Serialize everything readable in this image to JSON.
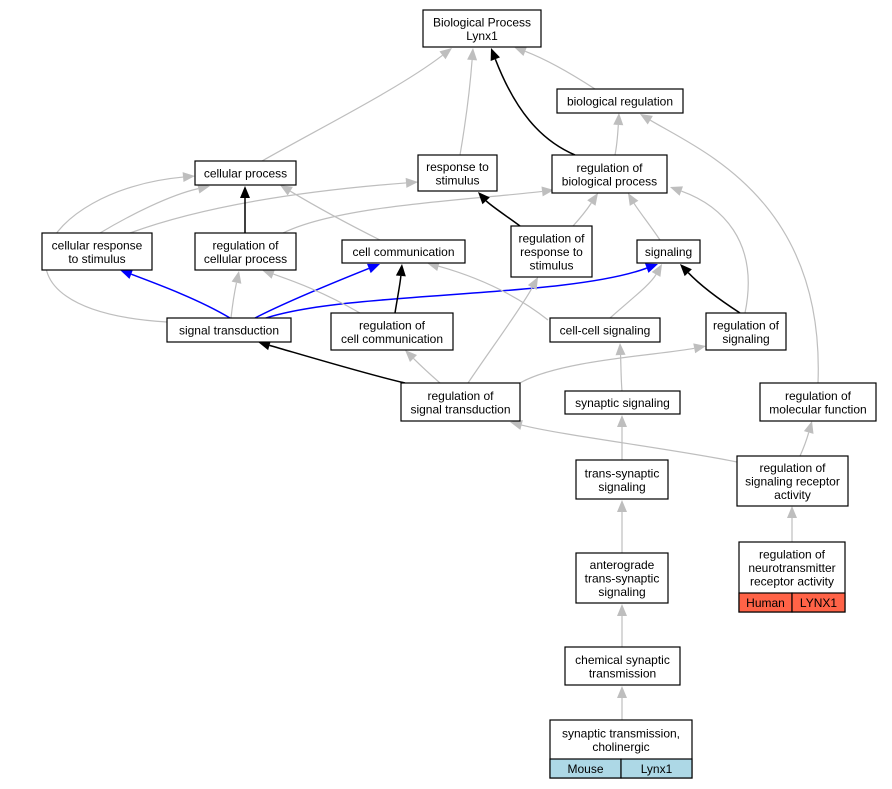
{
  "colors": {
    "is_a": "#bebebe",
    "regulates": "#000000",
    "positively_regulates": "#0000ff",
    "mouse_annotation": "#add8e6",
    "human_annotation": "#ff6347"
  },
  "nodes": {
    "bp_root": {
      "lines": [
        "Biological Process",
        "Lynx1"
      ]
    },
    "biological_regulation": {
      "lines": [
        "biological regulation"
      ]
    },
    "cellular_process": {
      "lines": [
        "cellular process"
      ]
    },
    "response_to_stimulus": {
      "lines": [
        "response to",
        "stimulus"
      ]
    },
    "regulation_of_biological_process": {
      "lines": [
        "regulation of",
        "biological process"
      ]
    },
    "cellular_response_to_stimulus": {
      "lines": [
        "cellular response",
        "to stimulus"
      ]
    },
    "regulation_of_cellular_process": {
      "lines": [
        "regulation of",
        "cellular process"
      ]
    },
    "cell_communication": {
      "lines": [
        "cell communication"
      ]
    },
    "regulation_of_response_to_stimulus": {
      "lines": [
        "regulation of",
        "response to",
        "stimulus"
      ]
    },
    "signaling": {
      "lines": [
        "signaling"
      ]
    },
    "signal_transduction": {
      "lines": [
        "signal transduction"
      ]
    },
    "regulation_of_cell_communication": {
      "lines": [
        "regulation of",
        "cell communication"
      ]
    },
    "cell_cell_signaling": {
      "lines": [
        "cell-cell signaling"
      ]
    },
    "regulation_of_signaling": {
      "lines": [
        "regulation of",
        "signaling"
      ]
    },
    "regulation_of_signal_transduction": {
      "lines": [
        "regulation of",
        "signal transduction"
      ]
    },
    "synaptic_signaling": {
      "lines": [
        "synaptic signaling"
      ]
    },
    "regulation_of_molecular_function": {
      "lines": [
        "regulation of",
        "molecular function"
      ]
    },
    "trans_synaptic_signaling": {
      "lines": [
        "trans-synaptic",
        "signaling"
      ]
    },
    "regulation_of_signaling_receptor_activity": {
      "lines": [
        "regulation of",
        "signaling receptor",
        "activity"
      ]
    },
    "anterograde_trans_synaptic_signaling": {
      "lines": [
        "anterograde",
        "trans-synaptic",
        "signaling"
      ]
    },
    "regulation_of_neurotransmitter_receptor_activity": {
      "lines": [
        "regulation of",
        "neurotransmitter",
        "receptor activity"
      ],
      "annotation": {
        "species": "Human",
        "gene": "LYNX1"
      }
    },
    "chemical_synaptic_transmission": {
      "lines": [
        "chemical synaptic",
        "transmission"
      ]
    },
    "synaptic_transmission_cholinergic": {
      "lines": [
        "synaptic transmission,",
        "cholinergic"
      ],
      "annotation": {
        "species": "Mouse",
        "gene": "Lynx1"
      }
    }
  },
  "edges": [
    {
      "from": "biological_regulation",
      "to": "bp_root",
      "type": "is_a"
    },
    {
      "from": "cellular_process",
      "to": "bp_root",
      "type": "is_a"
    },
    {
      "from": "response_to_stimulus",
      "to": "bp_root",
      "type": "is_a"
    },
    {
      "from": "regulation_of_biological_process",
      "to": "bp_root",
      "type": "regulates"
    },
    {
      "from": "regulation_of_biological_process",
      "to": "biological_regulation",
      "type": "is_a"
    },
    {
      "from": "cellular_response_to_stimulus",
      "to": "cellular_process",
      "type": "is_a"
    },
    {
      "from": "cellular_response_to_stimulus",
      "to": "response_to_stimulus",
      "type": "is_a"
    },
    {
      "from": "regulation_of_cellular_process",
      "to": "cellular_process",
      "type": "regulates"
    },
    {
      "from": "regulation_of_cellular_process",
      "to": "regulation_of_biological_process",
      "type": "is_a"
    },
    {
      "from": "cell_communication",
      "to": "cellular_process",
      "type": "is_a"
    },
    {
      "from": "regulation_of_response_to_stimulus",
      "to": "response_to_stimulus",
      "type": "regulates"
    },
    {
      "from": "regulation_of_response_to_stimulus",
      "to": "regulation_of_biological_process",
      "type": "is_a"
    },
    {
      "from": "signaling",
      "to": "regulation_of_biological_process",
      "type": "is_a"
    },
    {
      "from": "signal_transduction",
      "to": "cellular_process",
      "type": "is_a"
    },
    {
      "from": "signal_transduction",
      "to": "cellular_response_to_stimulus",
      "type": "positively_regulates"
    },
    {
      "from": "signal_transduction",
      "to": "regulation_of_cellular_process",
      "type": "is_a"
    },
    {
      "from": "signal_transduction",
      "to": "cell_communication",
      "type": "positively_regulates"
    },
    {
      "from": "signal_transduction",
      "to": "signaling",
      "type": "positively_regulates"
    },
    {
      "from": "regulation_of_cell_communication",
      "to": "regulation_of_cellular_process",
      "type": "is_a"
    },
    {
      "from": "regulation_of_cell_communication",
      "to": "cell_communication",
      "type": "regulates"
    },
    {
      "from": "cell_cell_signaling",
      "to": "cell_communication",
      "type": "is_a"
    },
    {
      "from": "cell_cell_signaling",
      "to": "signaling",
      "type": "is_a"
    },
    {
      "from": "regulation_of_signaling",
      "to": "signaling",
      "type": "regulates"
    },
    {
      "from": "regulation_of_signaling",
      "to": "regulation_of_biological_process",
      "type": "is_a"
    },
    {
      "from": "regulation_of_signal_transduction",
      "to": "signal_transduction",
      "type": "regulates"
    },
    {
      "from": "regulation_of_signal_transduction",
      "to": "regulation_of_cell_communication",
      "type": "is_a"
    },
    {
      "from": "regulation_of_signal_transduction",
      "to": "regulation_of_response_to_stimulus",
      "type": "is_a"
    },
    {
      "from": "regulation_of_signal_transduction",
      "to": "regulation_of_signaling",
      "type": "is_a"
    },
    {
      "from": "synaptic_signaling",
      "to": "cell_cell_signaling",
      "type": "is_a"
    },
    {
      "from": "regulation_of_molecular_function",
      "to": "biological_regulation",
      "type": "is_a"
    },
    {
      "from": "trans_synaptic_signaling",
      "to": "synaptic_signaling",
      "type": "is_a"
    },
    {
      "from": "regulation_of_signaling_receptor_activity",
      "to": "regulation_of_molecular_function",
      "type": "is_a"
    },
    {
      "from": "regulation_of_signaling_receptor_activity",
      "to": "regulation_of_signal_transduction",
      "type": "is_a"
    },
    {
      "from": "anterograde_trans_synaptic_signaling",
      "to": "trans_synaptic_signaling",
      "type": "is_a"
    },
    {
      "from": "regulation_of_neurotransmitter_receptor_activity",
      "to": "regulation_of_signaling_receptor_activity",
      "type": "is_a"
    },
    {
      "from": "chemical_synaptic_transmission",
      "to": "anterograde_trans_synaptic_signaling",
      "type": "is_a"
    },
    {
      "from": "synaptic_transmission_cholinergic",
      "to": "chemical_synaptic_transmission",
      "type": "is_a"
    }
  ]
}
